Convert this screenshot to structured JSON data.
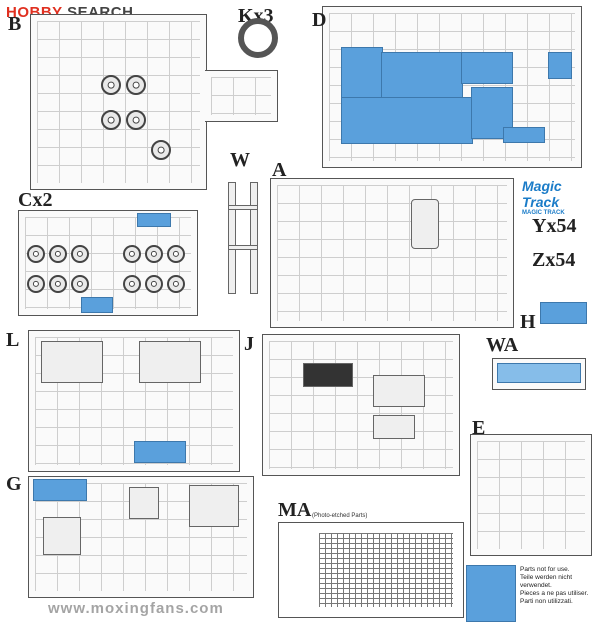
{
  "logo": {
    "brand": "HOBBY",
    "brand2": "SEARCH"
  },
  "labels": {
    "B": "B",
    "Kx3": "Kx3",
    "D": "D",
    "W": "W",
    "Cx2": "Cx2",
    "A": "A",
    "Yx54": "Yx54",
    "Zx54": "Zx54",
    "H": "H",
    "L": "L",
    "J": "J",
    "WA": "WA",
    "E": "E",
    "G": "G",
    "MA": "MA"
  },
  "ma_subtitle": "(Photo-etched Parts)",
  "magic_track": {
    "title": "Magic Track",
    "subtitle": "MAGIC TRACK"
  },
  "notice": [
    "Parts not for use.",
    "Teile werden nicht verwendet.",
    "Pieces a ne pas utiliser.",
    "Parti non utilizzati."
  ],
  "watermark": "www.moxingfans.com"
}
